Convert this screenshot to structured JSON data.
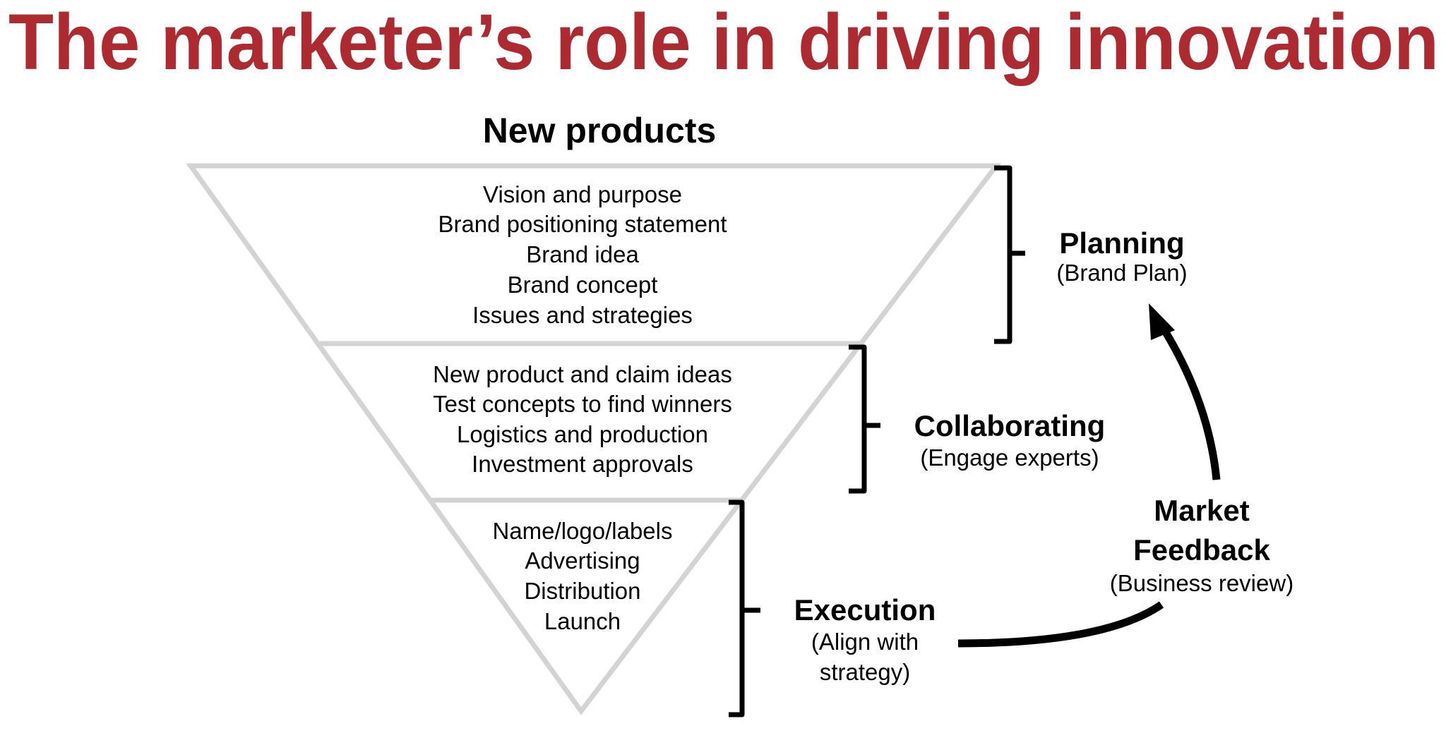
{
  "title": "The marketer’s role in driving innovation",
  "funnel": {
    "heading": "New products",
    "sections": [
      {
        "items": [
          "Vision and purpose",
          "Brand positioning statement",
          "Brand idea",
          "Brand concept",
          "Issues and strategies"
        ]
      },
      {
        "items": [
          "New product and claim ideas",
          "Test concepts to find winners",
          "Logistics and production",
          "Investment approvals"
        ]
      },
      {
        "items": [
          "Name/logo/labels",
          "Advertising",
          "Distribution",
          "Launch"
        ]
      }
    ]
  },
  "stages": {
    "planning": {
      "label": "Planning",
      "sub": "(Brand Plan)"
    },
    "collaborating": {
      "label": "Collaborating",
      "sub": "(Engage experts)"
    },
    "execution": {
      "label": "Execution",
      "sub1": "(Align with",
      "sub2": "strategy)"
    },
    "feedback": {
      "label1": "Market",
      "label2": "Feedback",
      "sub": "(Business review)"
    }
  },
  "colors": {
    "title": "#ad2a30",
    "funnel": "#d3d3d3"
  }
}
